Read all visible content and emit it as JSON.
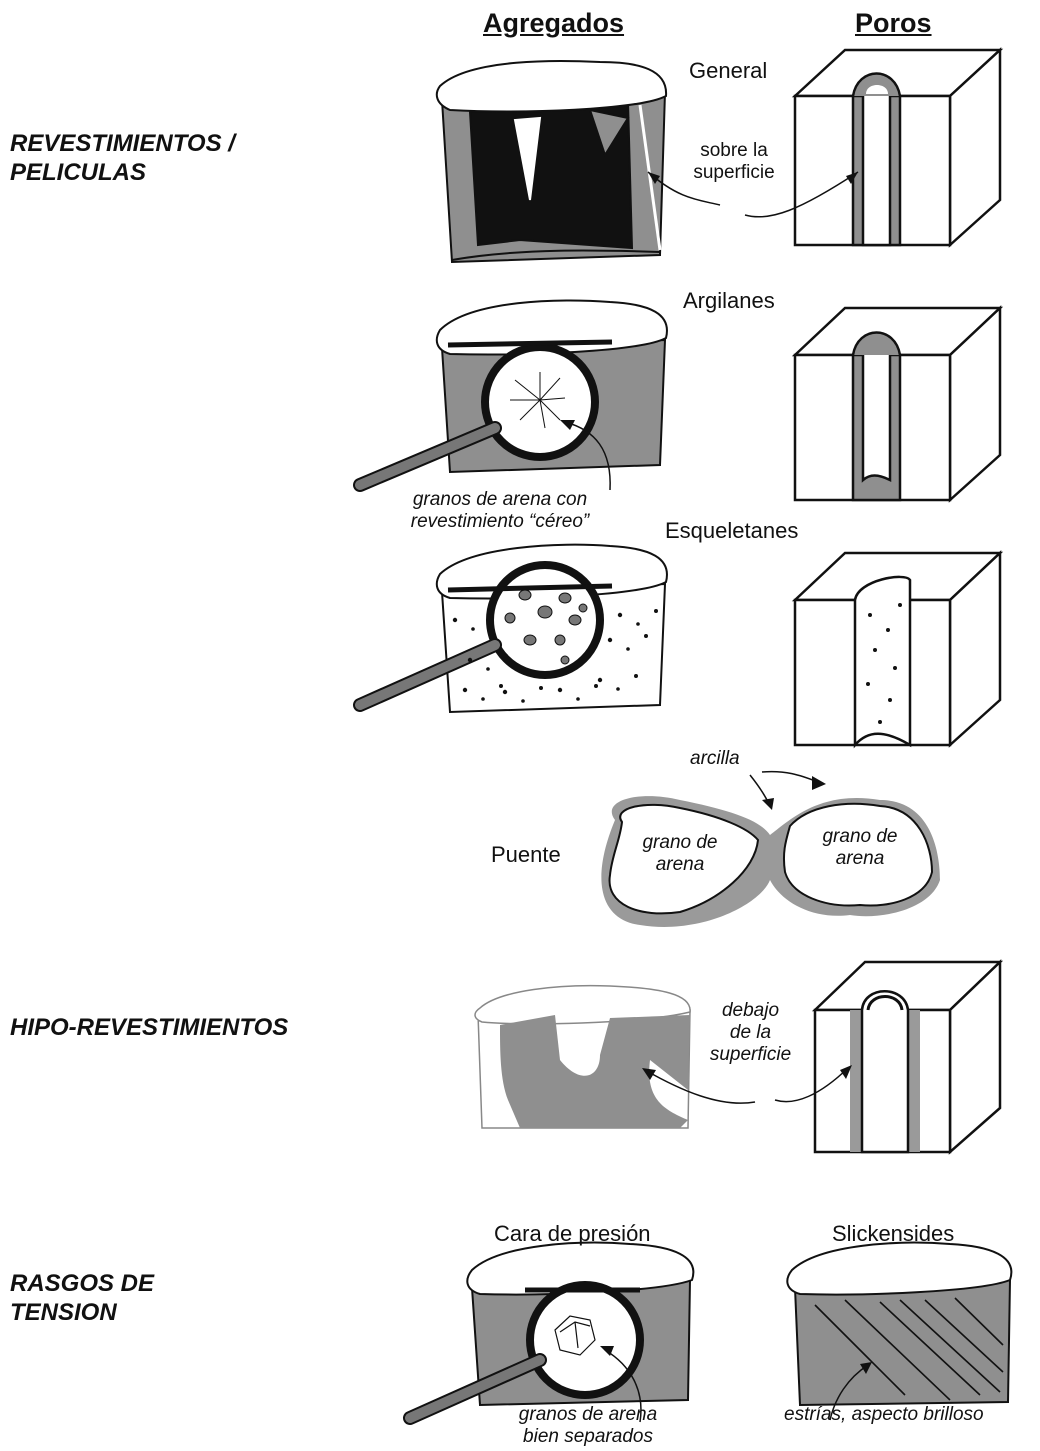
{
  "headers": {
    "aggregates": "Agregados",
    "pores": "Poros"
  },
  "categories": {
    "coatings": [
      "REVESTIMIENTOS /",
      "PELICULAS"
    ],
    "hypocoatings": "HIPO-REVESTIMIENTOS",
    "stress_features": [
      "RASGOS DE",
      "TENSION"
    ]
  },
  "sections": {
    "general": {
      "title": "General",
      "note": [
        "sobre la",
        "superficie"
      ]
    },
    "argillans": {
      "title": "Argilanes",
      "note": [
        "granos de arena con",
        "revestimiento “céreo”"
      ]
    },
    "skeletans": {
      "title": "Esqueletanes"
    },
    "bridge": {
      "title": "Puente",
      "clay": "arcilla",
      "grain_left": [
        "grano de",
        "arena"
      ],
      "grain_right": [
        "grano de",
        "arena"
      ]
    },
    "hypo": {
      "note": [
        "debajo",
        "de la",
        "superficie"
      ]
    },
    "pressure_face": {
      "title": "Cara de presión",
      "note": [
        "granos de arena",
        "bien separados"
      ]
    },
    "slickensides": {
      "title": "Slickensides",
      "note": "estrías, aspecto brilloso"
    }
  },
  "colors": {
    "fill_gray": "#8f8f8f",
    "fill_dark": "#111111",
    "line": "#111111",
    "paper": "#ffffff"
  }
}
